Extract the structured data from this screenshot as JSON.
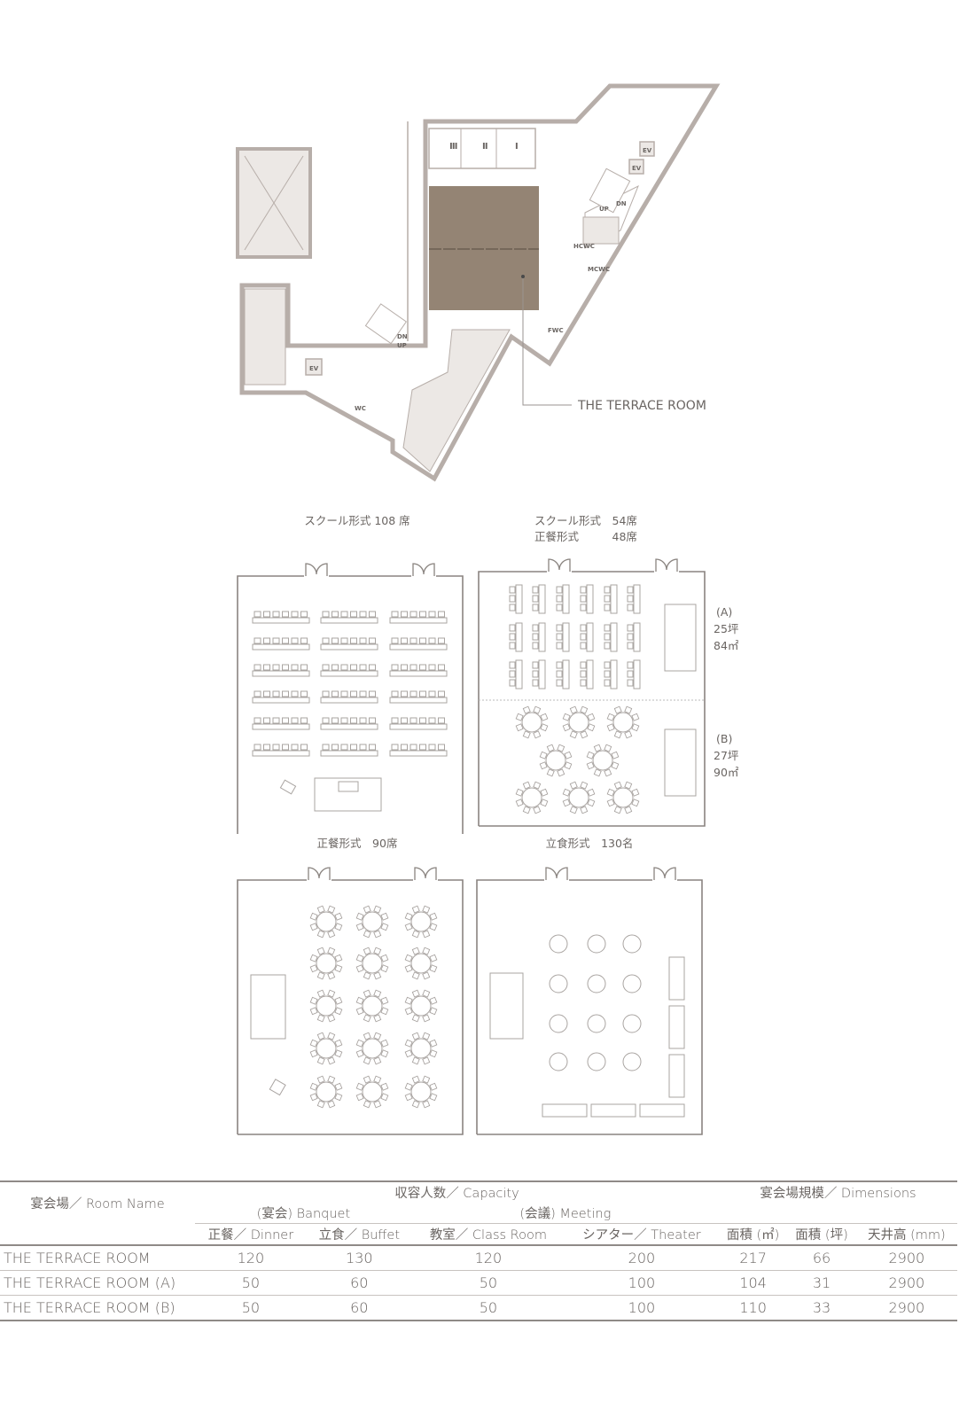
{
  "colors": {
    "wall": "#b7aea9",
    "floor": "#ece8e5",
    "room": "#948474",
    "line": "#7d7774"
  },
  "floorplan": {
    "callout": "THE TERRACE ROOM",
    "labels": {
      "ev": "EV",
      "up": "UP",
      "dn": "DN",
      "wc": "WC",
      "hcwc": "HCWC",
      "mcwc": "MCWC",
      "fwc": "FWC",
      "room1": "Ⅰ",
      "room2": "Ⅱ",
      "room3": "Ⅲ"
    }
  },
  "layouts": {
    "school": {
      "title": "スクール形式 108 席"
    },
    "split": {
      "title1": "スクール形式　54席",
      "title2": "正餐形式　　　48席",
      "a": {
        "name": "(A)",
        "tsubo": "25坪",
        "m2": "84㎡"
      },
      "b": {
        "name": "(B)",
        "tsubo": "27坪",
        "m2": "90㎡"
      }
    },
    "dinner": {
      "title": "正餐形式　90席"
    },
    "buffet": {
      "title": "立食形式　130名"
    }
  },
  "table": {
    "room_header": "宴会場／ Room Name",
    "capacity_header": "収容人数／ Capacity",
    "dimensions_header": "宴会場規模／ Dimensions",
    "banquet_header": "(宴会) Banquet",
    "meeting_header": "(会議) Meeting",
    "columns": [
      "正餐／ Dinner",
      "立食／ Buffet",
      "教室／ Class Room",
      "シアター／ Theater",
      "面積 (㎡)",
      "面積 (坪)",
      "天井高 (mm)"
    ],
    "rows": [
      [
        "THE TERRACE ROOM",
        "120",
        "130",
        "120",
        "200",
        "217",
        "66",
        "2900"
      ],
      [
        "THE TERRACE ROOM (A)",
        "50",
        "60",
        "50",
        "100",
        "104",
        "31",
        "2900"
      ],
      [
        "THE TERRACE ROOM (B)",
        "50",
        "60",
        "50",
        "100",
        "110",
        "33",
        "2900"
      ]
    ]
  }
}
